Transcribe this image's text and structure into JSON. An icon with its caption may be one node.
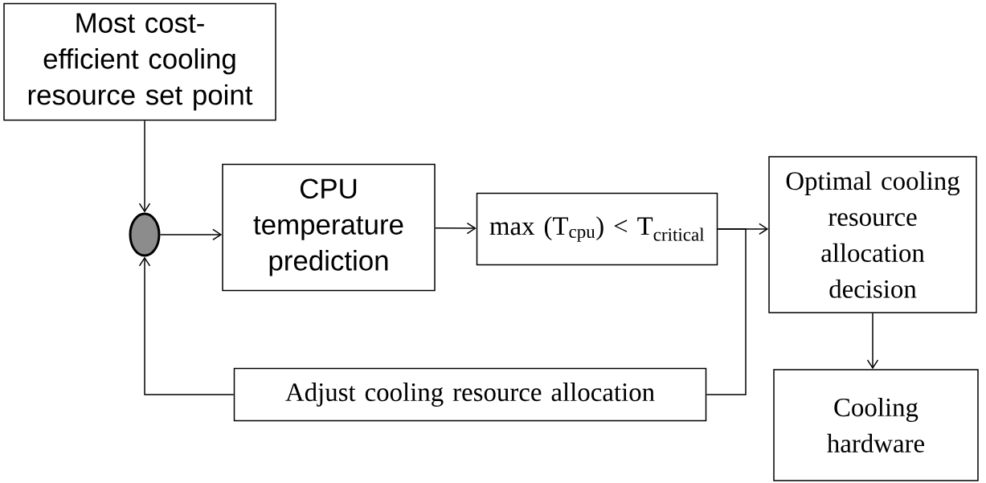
{
  "diagram": {
    "nodes": [
      {
        "text": [
          "Most cost-efficient cooling resource set point"
        ]
      },
      {
        "text": [],
        "shape": "circle"
      },
      {
        "text": [
          "CPU temperature prediction"
        ]
      },
      {
        "text": [
          "max (T$_{cpu}$) < T$_{critical}$"
        ]
      },
      {
        "text": [
          "Optimal cooling resource allocation decision"
        ]
      },
      {
        "text": [
          "Cooling hardware"
        ]
      },
      {
        "text": [
          "Adjust cooling resource allocation"
        ]
      }
    ],
    "edges": [
      {
        "from": 0,
        "to": 1,
        "arrow": "to"
      },
      {
        "from": 1,
        "to": 2,
        "arrow": "to"
      },
      {
        "from": 2,
        "to": 3,
        "arrow": "to"
      },
      {
        "from": 3,
        "to": 4,
        "arrow": "to"
      },
      {
        "from": 3,
        "to": 6,
        "arrow": "none"
      },
      {
        "from": 6,
        "to": 1,
        "arrow": "to"
      },
      {
        "from": 4,
        "to": 5,
        "arrow": "to"
      }
    ]
  }
}
